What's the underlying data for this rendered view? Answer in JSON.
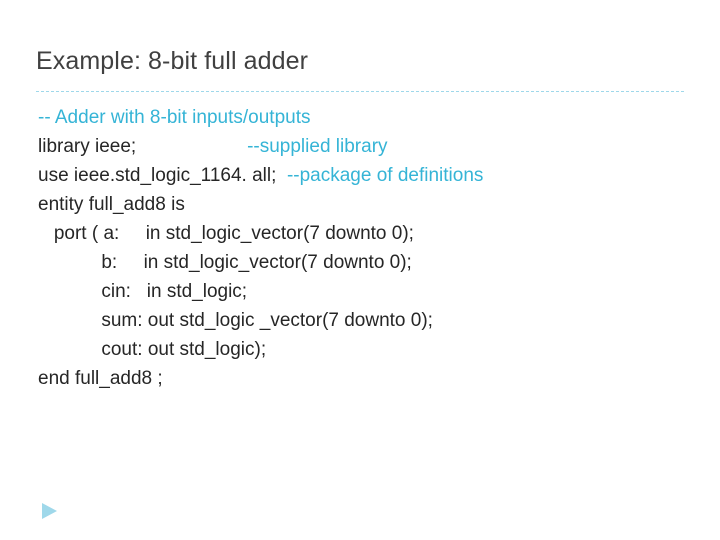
{
  "slide": {
    "title": "Example: 8-bit full adder",
    "accent_color": "#35b4d6",
    "rule_color": "#9fd8ea",
    "text_color": "#262626",
    "title_color": "#404040",
    "code_lines": [
      {
        "id": "l1",
        "parts": [
          {
            "text": "-- Adder with 8-bit inputs/outputs",
            "style": "comment"
          }
        ]
      },
      {
        "id": "l2",
        "parts": [
          {
            "text": "library ieee;                     ",
            "style": "code"
          },
          {
            "text": "--supplied library",
            "style": "comment"
          }
        ]
      },
      {
        "id": "l3",
        "parts": [
          {
            "text": "use ieee.std_logic_1164. all;  ",
            "style": "code"
          },
          {
            "text": "--package of definitions",
            "style": "comment"
          }
        ]
      },
      {
        "id": "l4",
        "parts": [
          {
            "text": "entity full_add8 is",
            "style": "code"
          }
        ]
      },
      {
        "id": "l5",
        "parts": [
          {
            "text": "   port ( a:     in std_logic_vector(7 downto 0);",
            "style": "code"
          }
        ]
      },
      {
        "id": "l6",
        "parts": [
          {
            "text": "            b:     in std_logic_vector(7 downto 0);",
            "style": "code"
          }
        ]
      },
      {
        "id": "l7",
        "parts": [
          {
            "text": "            cin:   in std_logic;",
            "style": "code"
          }
        ]
      },
      {
        "id": "l8",
        "parts": [
          {
            "text": "            sum: out std_logic _vector(7 downto 0);",
            "style": "code"
          }
        ]
      },
      {
        "id": "l9",
        "parts": [
          {
            "text": "            cout: out std_logic);",
            "style": "code"
          }
        ]
      },
      {
        "id": "l10",
        "parts": [
          {
            "text": "end full_add8 ;",
            "style": "code"
          }
        ]
      }
    ],
    "nav": {
      "icon": "play-arrow-icon"
    }
  }
}
